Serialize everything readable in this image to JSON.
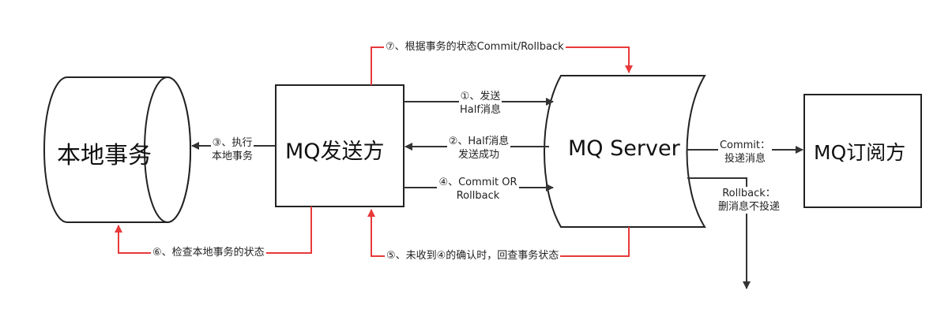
{
  "nodes": {
    "local_tx": "本地事务",
    "producer": "MQ发送方",
    "server": "MQ Server",
    "subscriber": "MQ订阅方"
  },
  "edges": {
    "step1_line1": "①、发送",
    "step1_line2": "Half消息",
    "step2_line1": "②、Half消息",
    "step2_line2": "发送成功",
    "step3_line1": "③、执行",
    "step3_line2": "本地事务",
    "step4_line1": "④、Commit OR",
    "step4_line2": "Rollback",
    "step5": "⑤、未收到④的确认时，回查事务状态",
    "step6": "⑥、检查本地事务的状态",
    "step7": "⑦、根据事务的状态Commit/Rollback",
    "commit_line1": "Commit：",
    "commit_line2": "投递消息",
    "rollback_line1": "Rollback：",
    "rollback_line2": "删消息不投递"
  },
  "colors": {
    "line": "#333333",
    "callback": "#e8393a"
  }
}
